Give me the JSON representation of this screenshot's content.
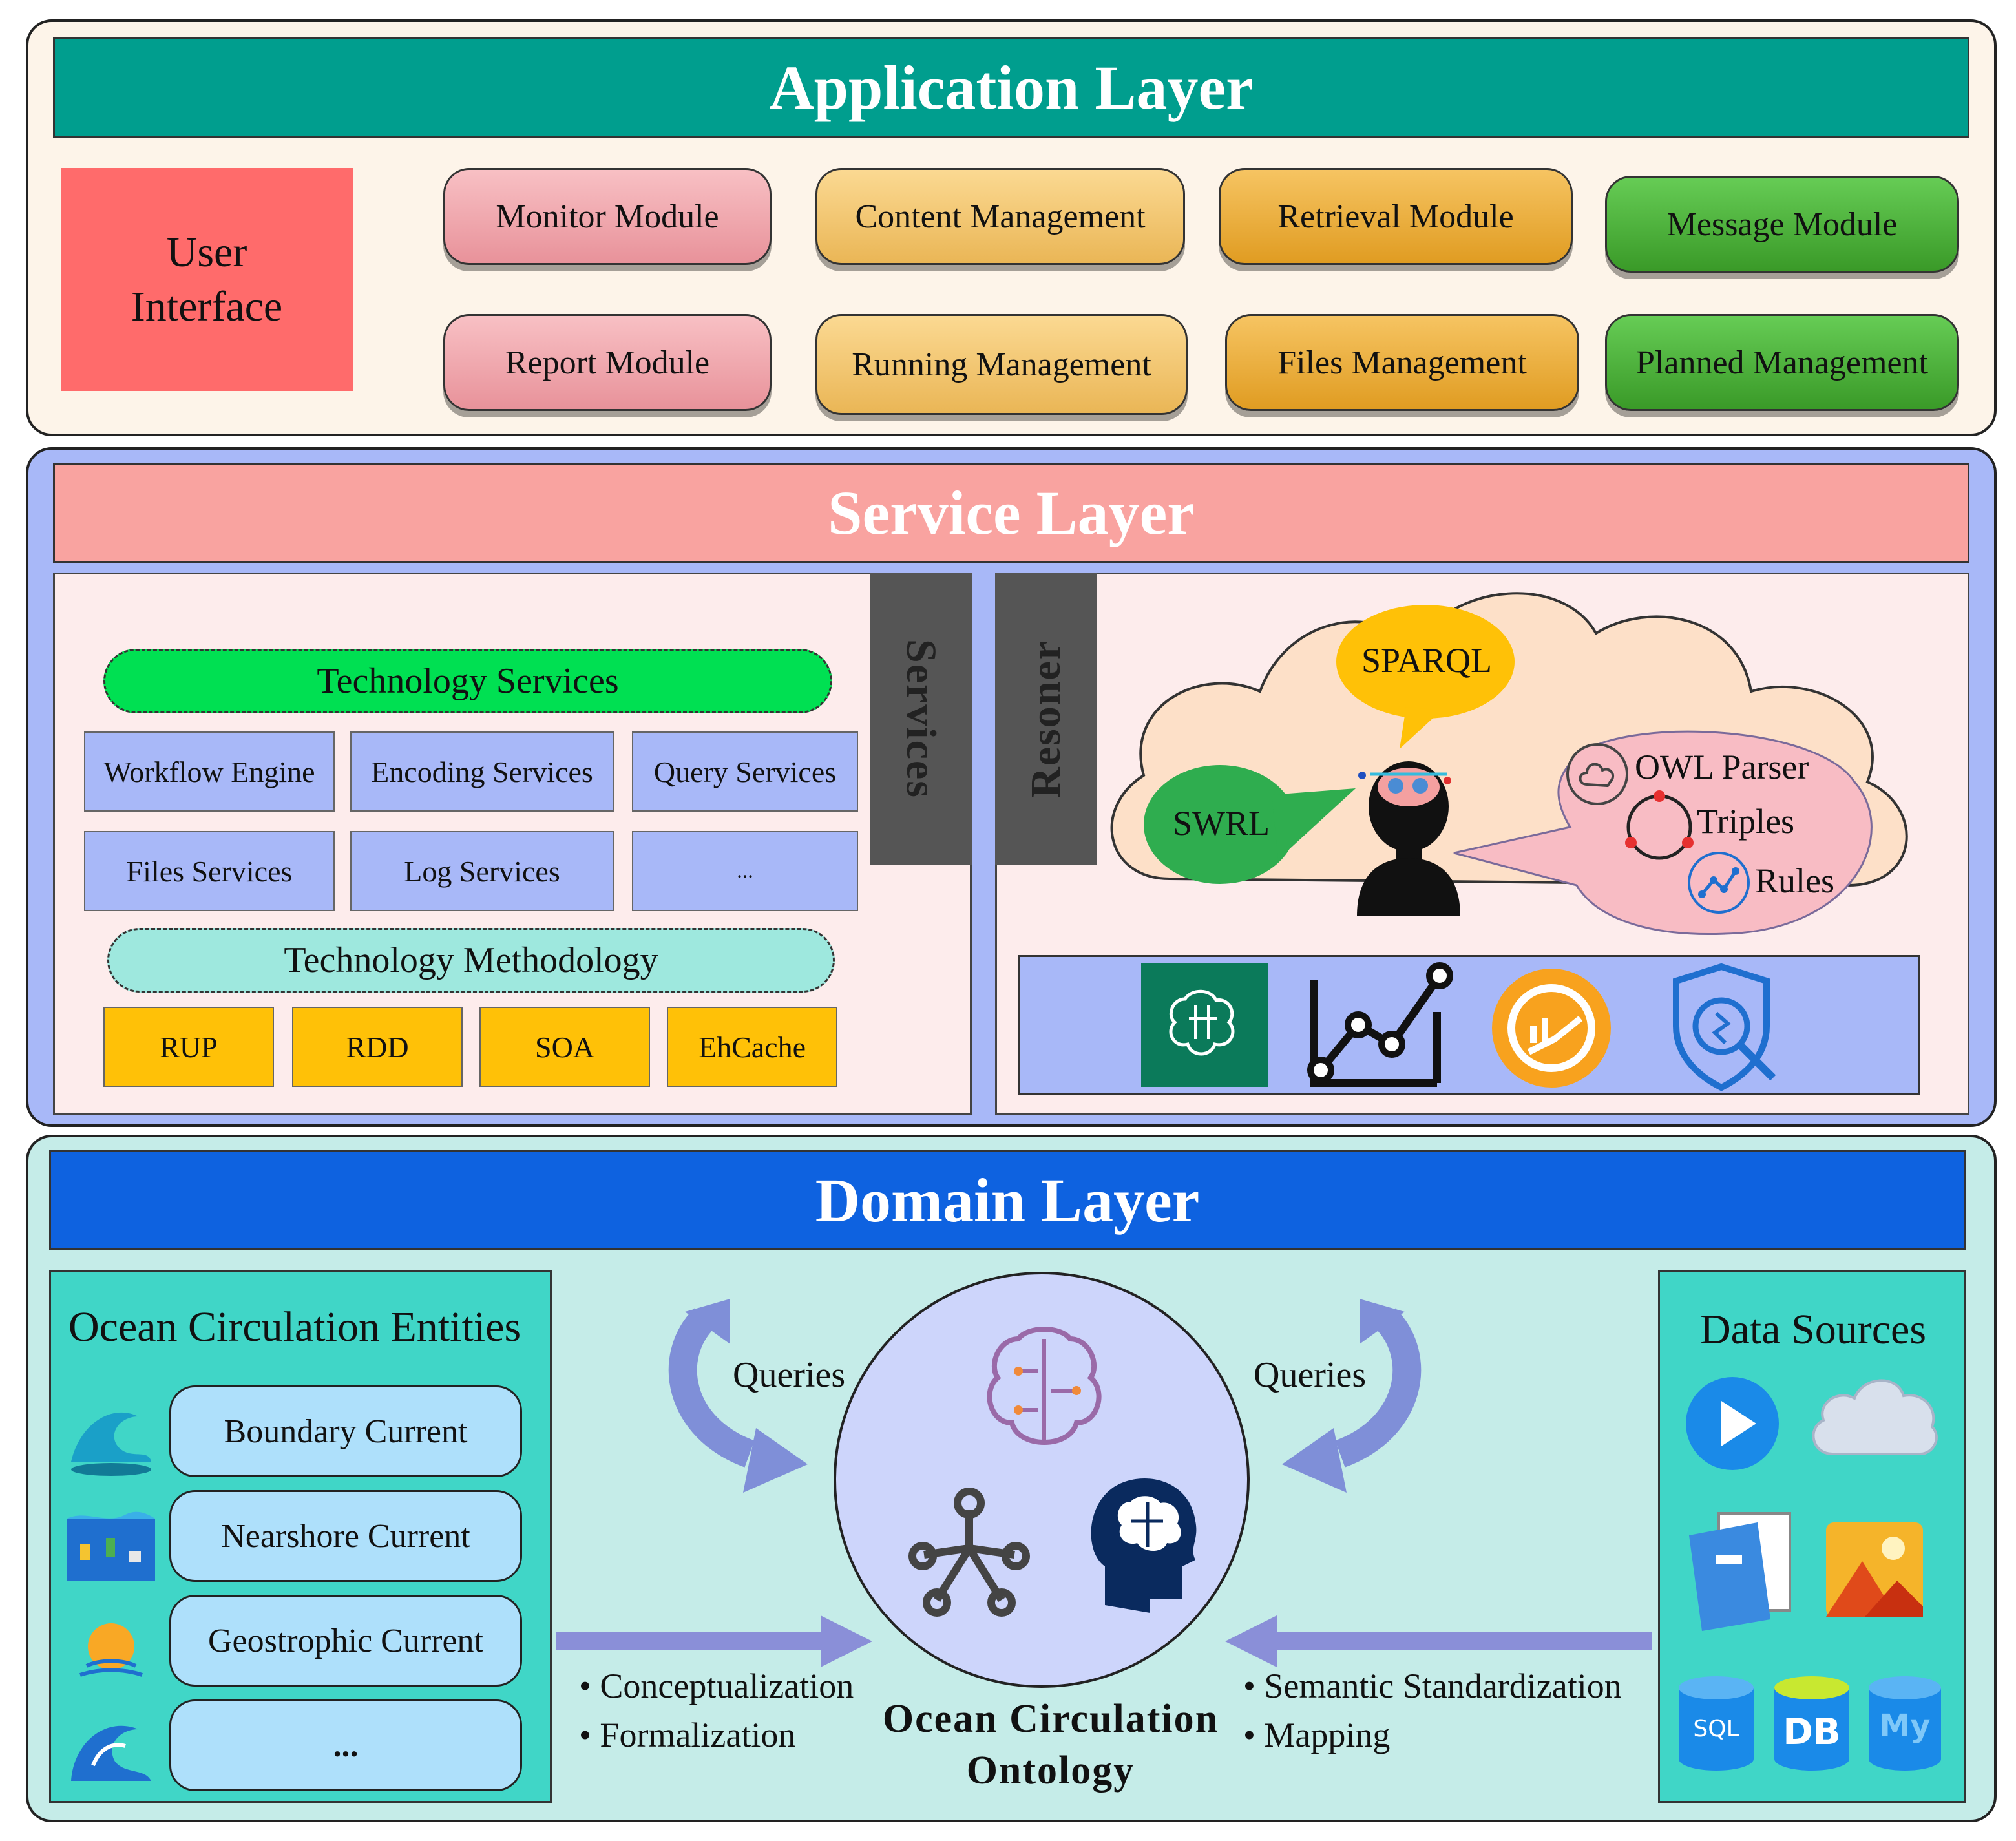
{
  "application": {
    "title": "Application Layer",
    "user_interface": "User Interface",
    "modules": [
      "Monitor Module",
      "Content Management",
      "Retrieval Module",
      "Message Module",
      "Report Module",
      "Running Management",
      "Files Management",
      "Planned Management"
    ]
  },
  "service": {
    "title": "Service Layer",
    "services_label": "Services",
    "reasoner_label": "Resoner",
    "tech_services": "Technology Services",
    "service_items": [
      "Workflow Engine",
      "Encoding Services",
      "Query Services",
      "Files Services",
      "Log Services",
      "..."
    ],
    "tech_methodology": "Technology Methodology",
    "methodologies": [
      "RUP",
      "RDD",
      "SOA",
      "EhCache"
    ],
    "sparql": "SPARQL",
    "swrl": "SWRL",
    "owl_parser": "OWL Parser",
    "triples": "Triples",
    "rules": "Rules",
    "tool_icons": [
      "ai-brain-icon",
      "graph-analytics-icon",
      "trend-chart-icon",
      "security-search-icon"
    ]
  },
  "domain": {
    "title": "Domain Layer",
    "entities_title": "Ocean Circulation Entities",
    "entities": [
      "Boundary Current",
      "Nearshore Current",
      "Geostrophic Current",
      "..."
    ],
    "queries_left": "Queries",
    "queries_right": "Queries",
    "left_bullets": [
      "Conceptualization",
      "Formalization"
    ],
    "right_bullets": [
      "Semantic Standardization",
      "Mapping"
    ],
    "ontology_line1": "Ocean Circulation",
    "ontology_line2": "Ontology",
    "data_sources_title": "Data Sources",
    "db_labels": [
      "SQL",
      "DB",
      "My"
    ]
  },
  "colors": {
    "app_banner": "#009e8e",
    "service_banner": "#f9a3a0",
    "domain_banner": "#0e62e0",
    "ui_box": "#ff6b6b",
    "pink_pill": "#f4a6ad",
    "yellow_pill": "#f5c86a",
    "orange_pill": "#f0b13a",
    "green_pill": "#45b233"
  }
}
